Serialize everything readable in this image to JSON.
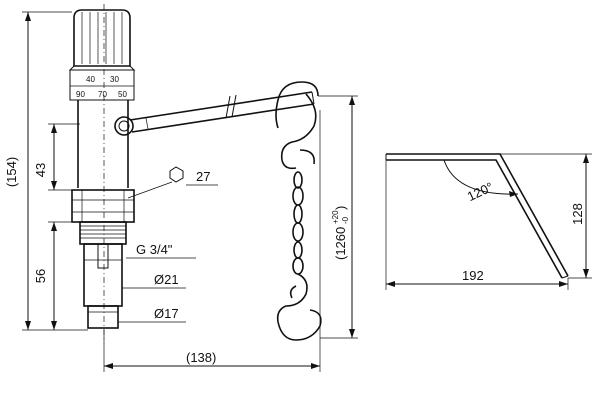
{
  "dimensions": {
    "overall_height": "(154)",
    "upper_height": "43",
    "lower_height": "56",
    "hex_size": "27",
    "thread": "G 3/4\"",
    "dia_upper": "Ø21",
    "dia_lower": "Ø17",
    "handle_reach": "(138)",
    "chain_length_main": "(1260",
    "chain_tol_plus": "+20",
    "chain_tol_minus": "-0",
    "chain_length_close": ")",
    "lever_width": "192",
    "lever_height": "128",
    "lever_angle": "120°"
  },
  "knob_scale": {
    "row1": [
      "40",
      "30"
    ],
    "row2": [
      "90",
      "70",
      "50"
    ]
  }
}
